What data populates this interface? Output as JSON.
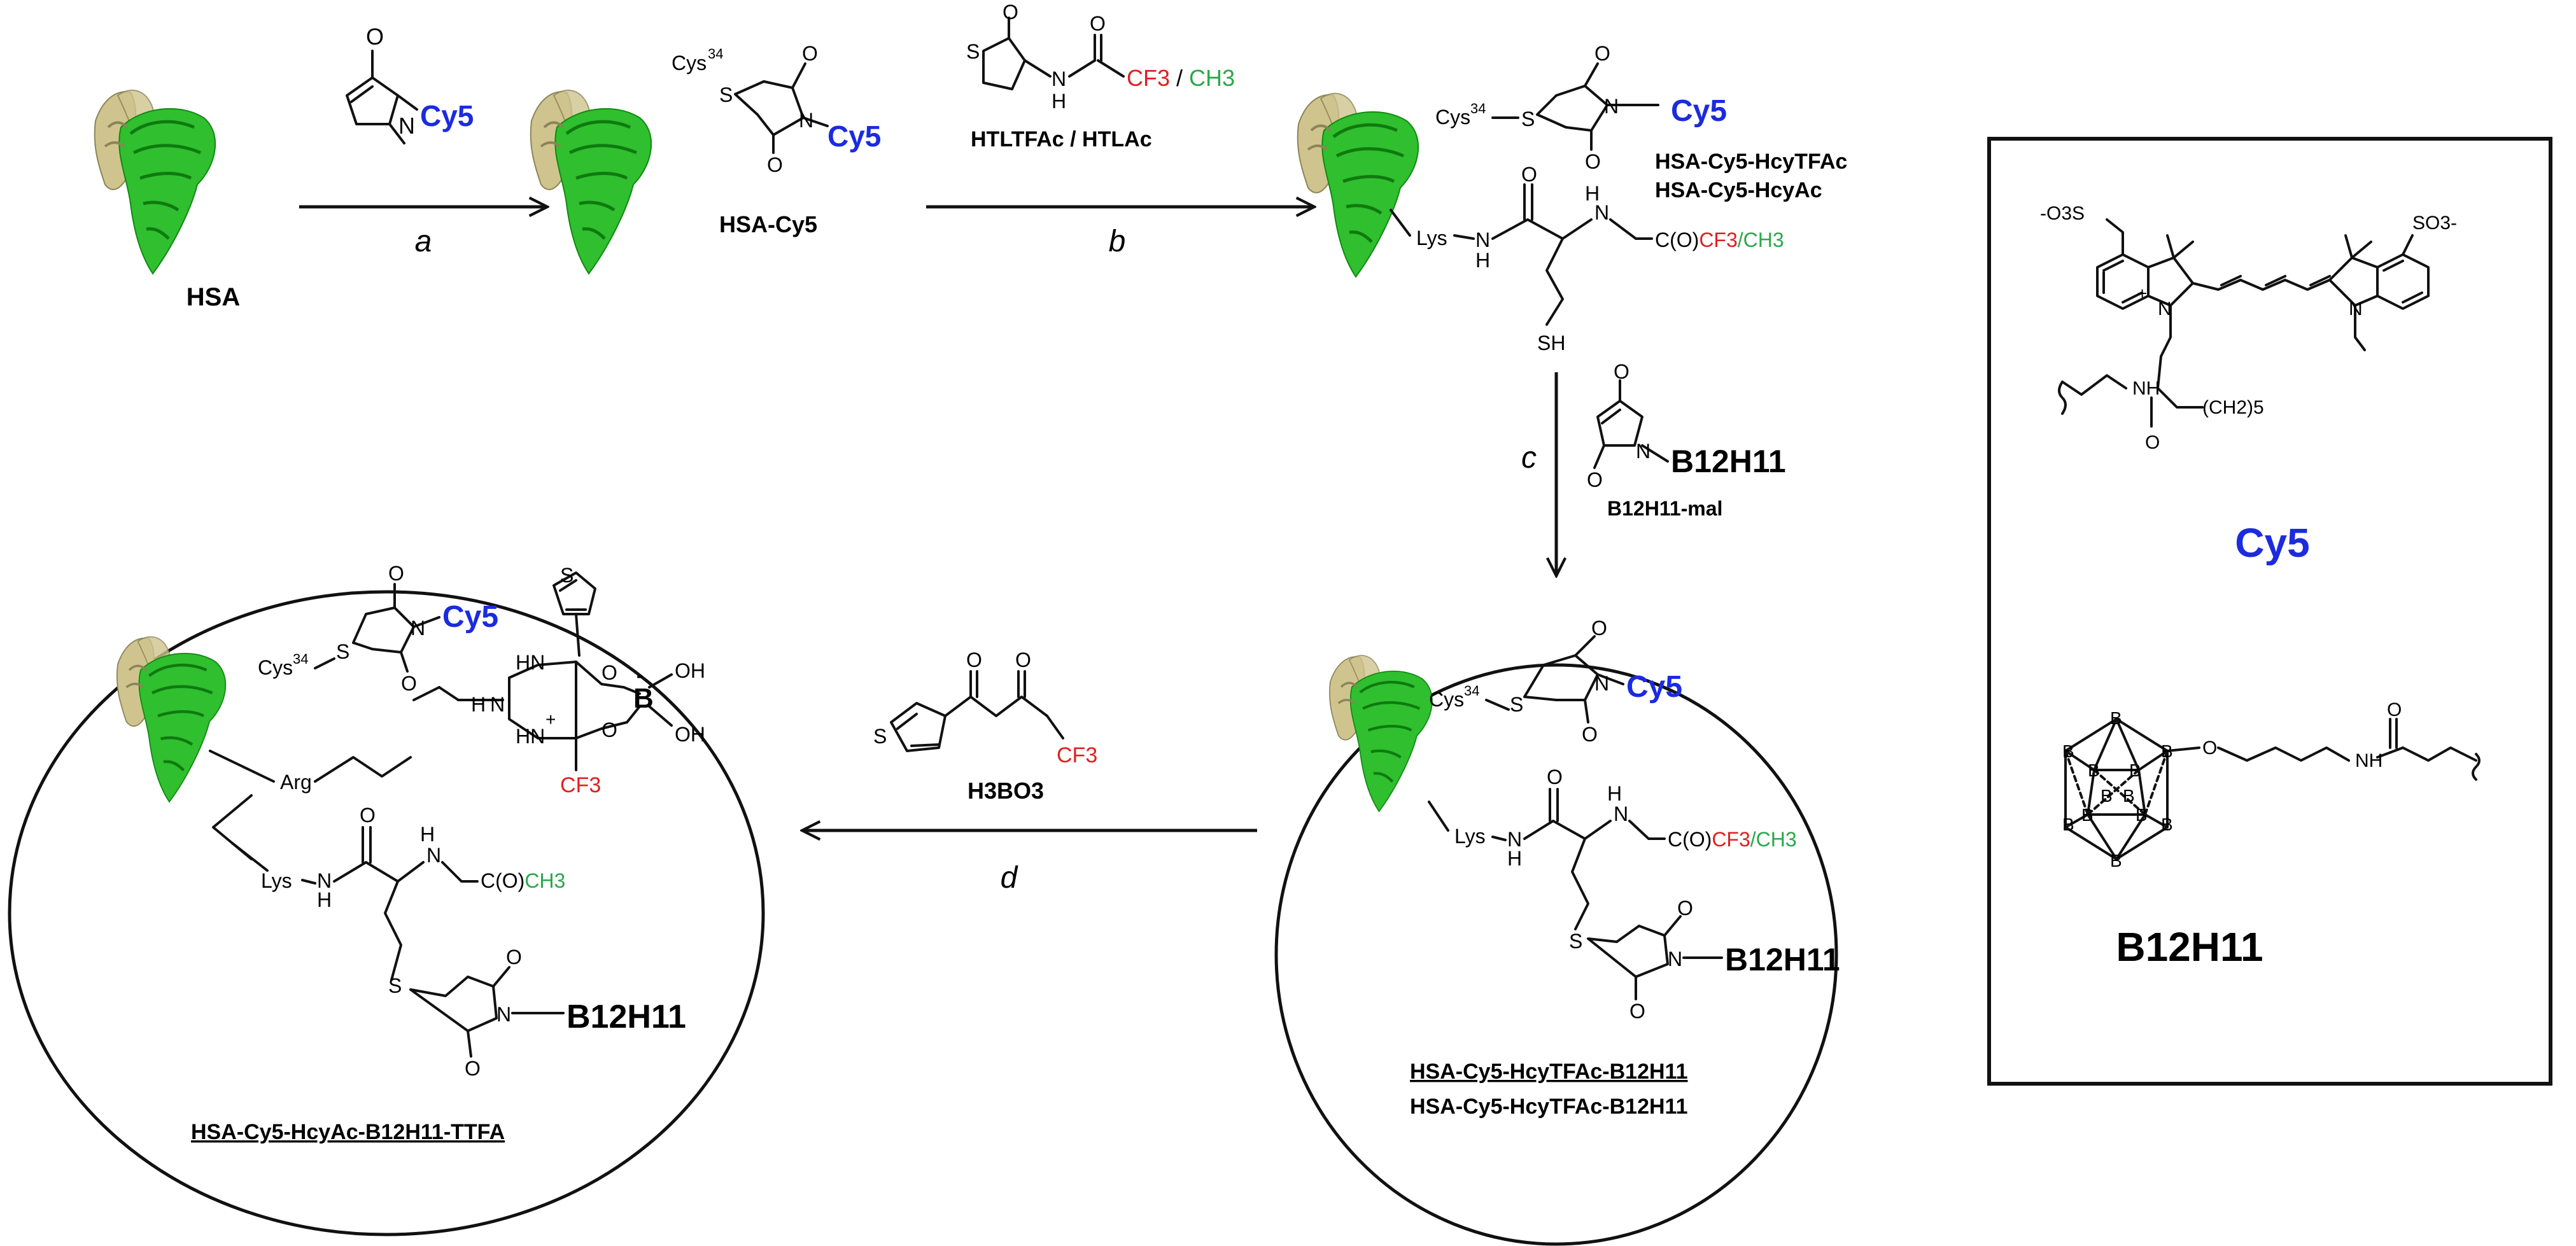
{
  "colors": {
    "cy5": "#1b2be0",
    "cf3": "#e02020",
    "ch3": "#2aa84a",
    "protein_green": "#2fbf2f",
    "protein_tan": "#cfc48e",
    "text": "#111111"
  },
  "steps": {
    "a": "a",
    "b": "b",
    "c": "c",
    "d": "d"
  },
  "hsa": {
    "label": "HSA"
  },
  "cy5_maleimide": {
    "label": "Cy5"
  },
  "hsa_cy5": {
    "cys": "Cys",
    "cys_sup": "34",
    "s": "S",
    "label": "HSA-Cy5",
    "o": "O",
    "n": "N",
    "cy5": "Cy5"
  },
  "reagent_b": {
    "s": "S",
    "o1": "O",
    "o2": "O",
    "nh": "H",
    "n": "N",
    "cf3": "CF3",
    "sep": " / ",
    "ch3": "CH3",
    "label_1": "HTLTFAc",
    "label_sep": " / ",
    "label_2": "HTLAc"
  },
  "product_b": {
    "cys": "Cys",
    "cys_sup": "34",
    "s": "S",
    "o1": "O",
    "o2": "O",
    "n": "N",
    "cy5": "Cy5",
    "name1": "HSA-Cy5-HcyTFAc",
    "name2": "HSA-Cy5-HcyAc",
    "lys": "Lys",
    "h": "H",
    "n2": "N",
    "o3": "O",
    "nh": "N",
    "h2": "H",
    "c_o": "C(O)",
    "cf3": "CF3",
    "slash": "/",
    "ch3": "CH3",
    "sh": "SH"
  },
  "reagent_c": {
    "o1": "O",
    "o2": "O",
    "n": "N",
    "b12h11": "B12H11",
    "label": "B12H11-mal"
  },
  "product_c": {
    "cys": "Cys",
    "cys_sup": "34",
    "s": "S",
    "o1": "O",
    "o2": "O",
    "n": "N",
    "cy5": "Cy5",
    "lys": "Lys",
    "h": "H",
    "n2": "N",
    "o3": "O",
    "nh": "N",
    "h2": "H",
    "c_o": "C(O)",
    "cf3": "CF3",
    "slash": "/",
    "ch3": "CH3",
    "s2": "S",
    "o4": "O",
    "o5": "O",
    "n3": "N",
    "b12h11": "B12H11",
    "name1": "HSA-Cy5-HcyTFAc-B12H11",
    "name2": "HSA-Cy5-HcyTFAc-B12H11"
  },
  "reagent_d": {
    "o1": "O",
    "o2": "O",
    "s": "S",
    "cf3": "CF3",
    "label": "H3BO3"
  },
  "product_d": {
    "cys": "Cys",
    "cys_sup": "34",
    "s": "S",
    "o1": "O",
    "o2": "O",
    "n": "N",
    "cy5": "Cy5",
    "s_thio": "S",
    "hn1": "HN",
    "hn2": "HN",
    "h_n": "H",
    "n_plus": "N",
    "plus": "+",
    "o_a": "O",
    "o_b": "O",
    "b": "B",
    "b_minus": "-",
    "oh1": "OH",
    "oh2": "OH",
    "cf3": "CF3",
    "arg": "Arg",
    "lys": "Lys",
    "h": "H",
    "n2": "N",
    "o3": "O",
    "nh": "N",
    "h2": "H",
    "c_o": "C(O)",
    "ch3": "CH3",
    "s2": "S",
    "o4": "O",
    "o5": "O",
    "n3": "N",
    "b12h11": "B12H11",
    "name": "HSA-Cy5-HcyAc-B12H11-TTFA"
  },
  "legend": {
    "cy5_struct": {
      "so3_left": "-O3S",
      "so3_right": "SO3-",
      "n_plus": "N",
      "plus": "+",
      "n_right": "N",
      "nh": "NH",
      "ch2": "(CH2)5",
      "o": "O"
    },
    "cy5_label": "Cy5",
    "b12_struct": {
      "b": "B",
      "o": "O",
      "nh": "NH",
      "o2": "O"
    },
    "b12_label": "B12H11"
  }
}
